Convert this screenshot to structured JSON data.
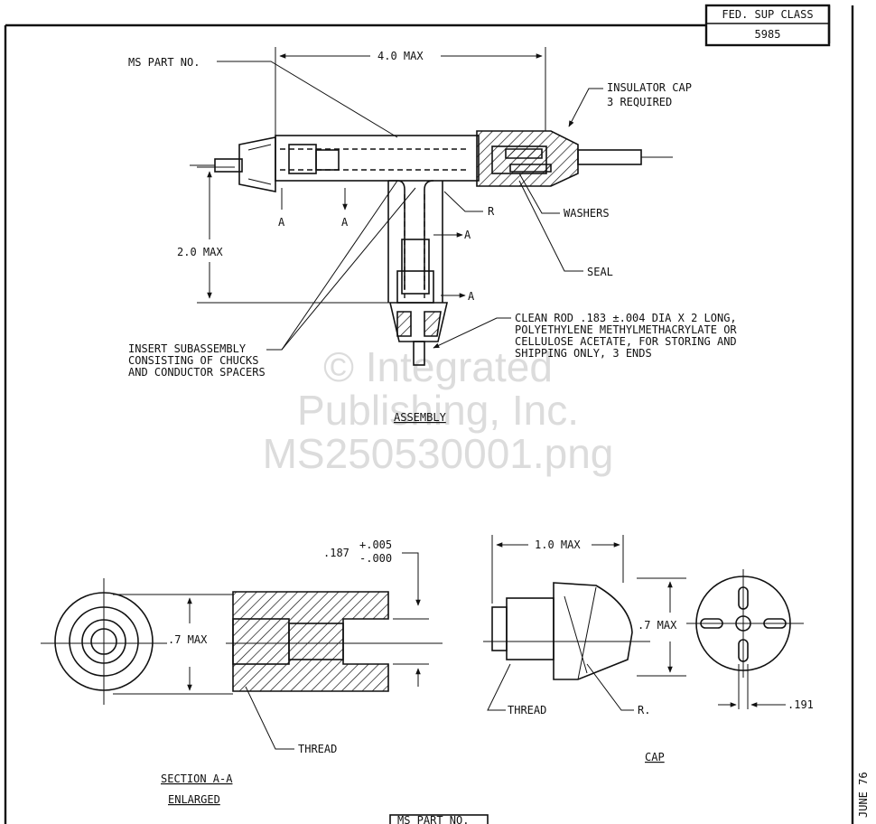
{
  "title_block": {
    "fed_sup_class_label": "FED. SUP CLASS",
    "fed_sup_class_value": "5985"
  },
  "assembly": {
    "title": "ASSEMBLY",
    "ms_part_no": "MS PART NO.",
    "dim_length": "4.0 MAX",
    "dim_height": "2.0 MAX",
    "insulator_cap_line1": "INSULATOR CAP",
    "insulator_cap_line2": "3 REQUIRED",
    "washers": "WASHERS",
    "seal": "SEAL",
    "radius": "R",
    "section_a": "A",
    "clean_rod_line1": "CLEAN ROD .183 ±.004 DIA X 2 LONG,",
    "clean_rod_line2": "POLYETHYLENE METHYLMETHACRYLATE OR",
    "clean_rod_line3": "CELLULOSE ACETATE, FOR STORING AND",
    "clean_rod_line4": "SHIPPING ONLY, 3 ENDS",
    "insert_line1": "INSERT SUBASSEMBLY",
    "insert_line2": "CONSISTING OF CHUCKS",
    "insert_line3": "AND CONDUCTOR SPACERS"
  },
  "section": {
    "title_line1": "SECTION A-A",
    "title_line2": "ENLARGED",
    "dim_diameter": ".7 MAX",
    "dim_tol_base": ".187",
    "dim_tol_plus": "+.005",
    "dim_tol_minus": "-.000",
    "thread": "THREAD"
  },
  "cap": {
    "title": "CAP",
    "dim_length": "1.0 MAX",
    "dim_diameter": ".7 MAX",
    "thread": "THREAD",
    "radius": "R.",
    "dim_slot": ".191"
  },
  "footer": {
    "date": "JUNE 76",
    "ms_part_no_box": "MS PART NO."
  },
  "watermark": {
    "line1": "© Integrated",
    "line2": "Publishing, Inc.",
    "line3": "MS250530001.png"
  }
}
